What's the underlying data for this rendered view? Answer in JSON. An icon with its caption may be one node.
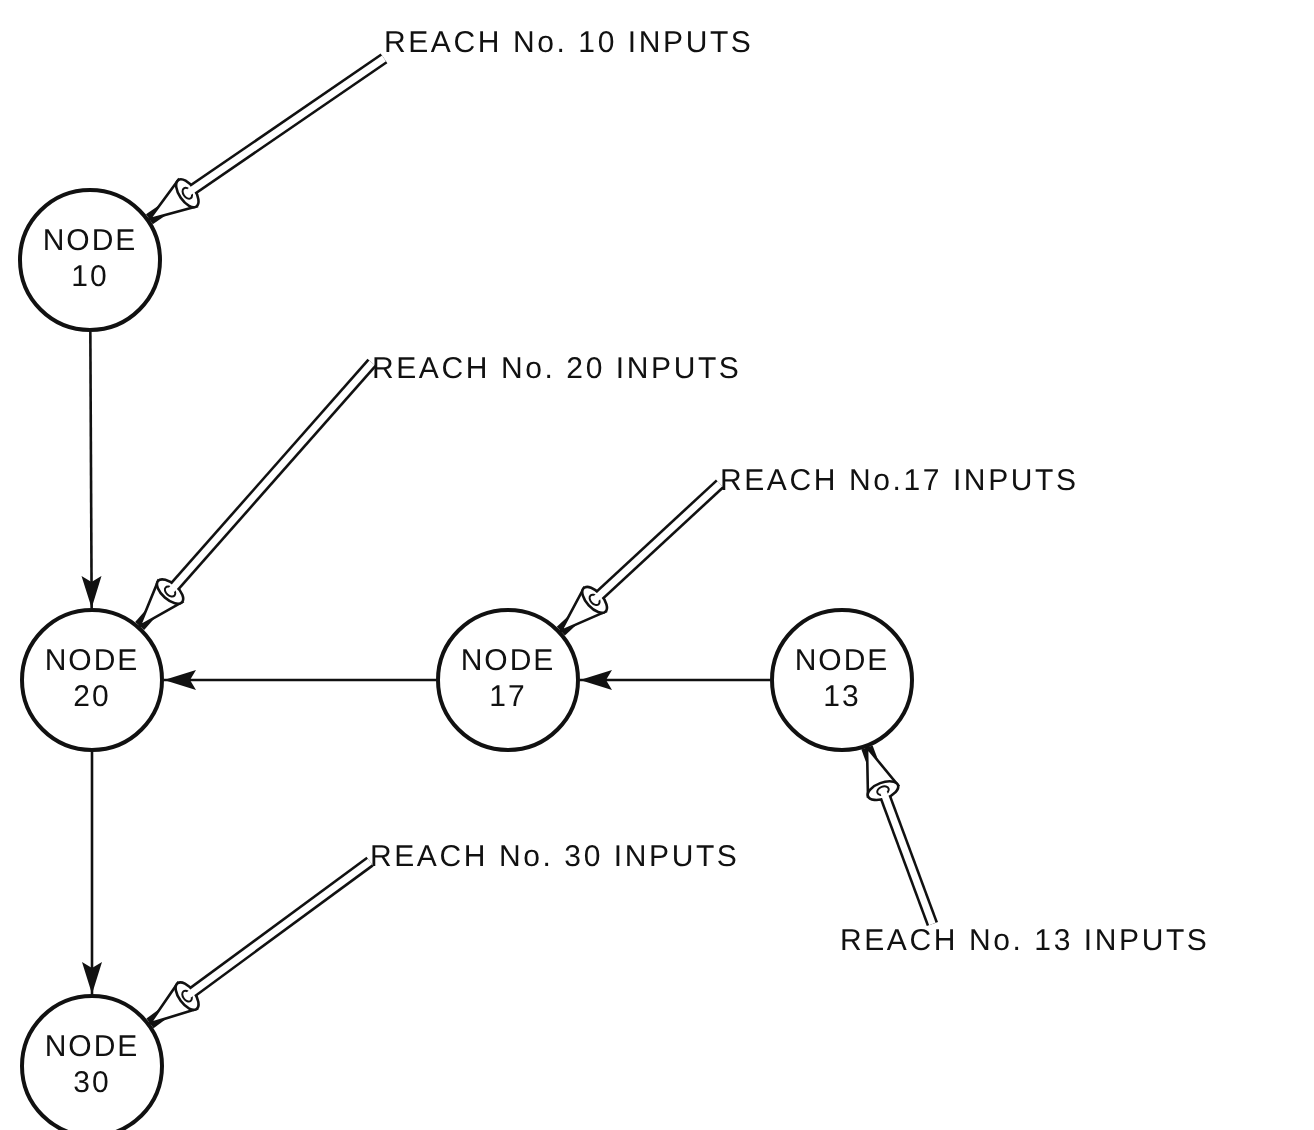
{
  "diagram": {
    "nodes": [
      {
        "text": [
          "REACH No. 10 INPUTS"
        ]
      },
      {
        "text": [
          "NODE 10"
        ]
      },
      {
        "text": [
          "REACH No. 20 INPUTS"
        ]
      },
      {
        "text": [
          "REACH No.17 INPUTS"
        ]
      },
      {
        "text": [
          "NODE 20"
        ]
      },
      {
        "text": [
          "NODE 17"
        ]
      },
      {
        "text": [
          "NODE 13"
        ]
      },
      {
        "text": [
          "REACH No. 30 INPUTS"
        ]
      },
      {
        "text": [
          "REACH No. 13 INPUTS"
        ]
      },
      {
        "text": [
          "NODE 30"
        ]
      }
    ],
    "edges": [
      {
        "from": 0,
        "to": 1,
        "arrow": "to"
      },
      {
        "from": 1,
        "to": 4,
        "arrow": "to"
      },
      {
        "from": 2,
        "to": 4,
        "arrow": "to"
      },
      {
        "from": 3,
        "to": 5,
        "arrow": "to"
      },
      {
        "from": 5,
        "to": 4,
        "arrow": "to"
      },
      {
        "from": 6,
        "to": 5,
        "arrow": "to"
      },
      {
        "from": 4,
        "to": 9,
        "arrow": "to"
      },
      {
        "from": 7,
        "to": 9,
        "arrow": "to"
      },
      {
        "from": 8,
        "to": 6,
        "arrow": "to"
      }
    ]
  }
}
